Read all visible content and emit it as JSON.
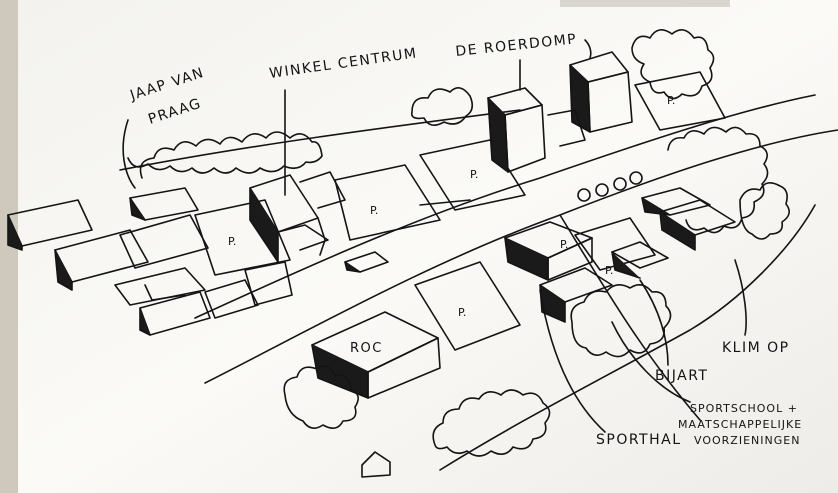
{
  "sketch": {
    "labels": {
      "jaap_line1": "JAAP VAN",
      "jaap_line2": "PRAAG",
      "winkel": "WINKEL CENTRUM",
      "roerdomp": "DE ROERDOMP",
      "roc": "ROC",
      "klimop": "KLIM OP",
      "biljart": "BIJART",
      "sportschool_line1": "SPORTSCHOOL +",
      "sportschool_line2": "MAATSCHAPPELIJKE",
      "sportschool_line3": "VOORZIENINGEN",
      "sporthal": "SPORTHAL"
    },
    "parking_mark": "P.",
    "colors": {
      "paper": "#f7f6f3",
      "ink": "#141414",
      "shade": "#1a1a1a"
    }
  }
}
